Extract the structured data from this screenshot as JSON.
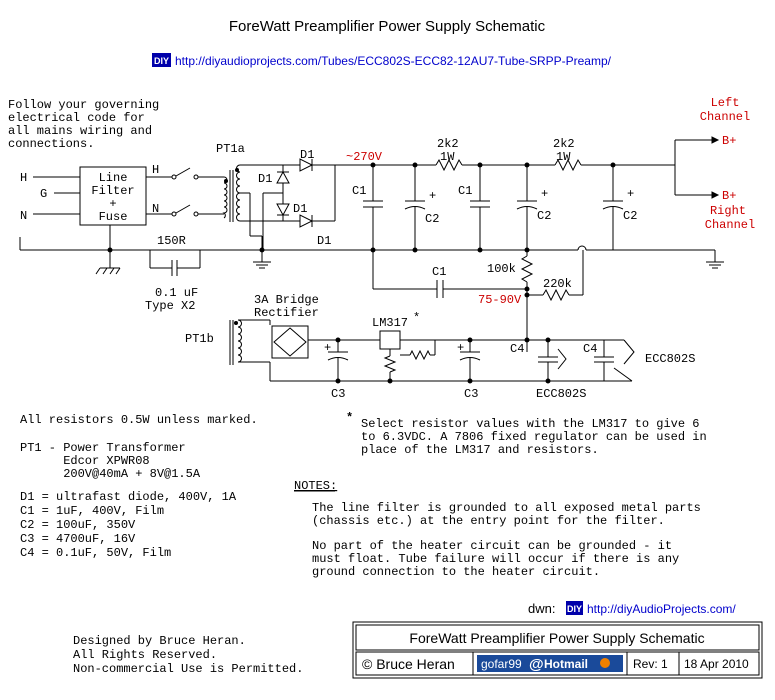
{
  "header": {
    "title": "ForeWatt Preamplifier Power Supply Schematic",
    "diy_badge": "DIY",
    "url": "http://diyaudioprojects.com/Tubes/ECC802S-ECC82-12AU7-Tube-SRPP-Preamp/"
  },
  "warning_lines": [
    "Follow your governing",
    "electrical code for",
    "all mains wiring and",
    "connections."
  ],
  "schematic": {
    "inputs": {
      "h": "H",
      "g": "G",
      "n": "N"
    },
    "line_filter": [
      "Line",
      "Filter",
      "+",
      "Fuse"
    ],
    "switch_h": "H",
    "switch_n": "N",
    "pt1a": "PT1a",
    "pt1b": "PT1b",
    "d1": "D1",
    "hv_voltage": "~270V",
    "c1": "C1",
    "c2": "C2",
    "c3": "C3",
    "c4": "C4",
    "plus": "+",
    "r_2k2": "2k2",
    "r_1w": "1W",
    "r_150": "150R",
    "cap_01": "0.1 uF",
    "cap_type": "Type X2",
    "r_100k": "100k",
    "r_220k": "220k",
    "mid_voltage": "75-90V",
    "bridge_label": [
      "3A Bridge",
      "Rectifier"
    ],
    "lm317": "LM317",
    "asterisk": "*",
    "ecc802s": "ECC802S",
    "left_channel": [
      "Left",
      "Channel"
    ],
    "right_channel": [
      "Right",
      "Channel"
    ],
    "b_plus": "B+"
  },
  "parts_notes": {
    "resistors": "All resistors 0.5W unless marked.",
    "pt1": [
      "PT1 - Power Transformer",
      "      Edcor XPWR08",
      "      200V@40mA + 8V@1.5A"
    ],
    "components": [
      "D1 = ultrafast diode, 400V, 1A",
      "C1 = 1uF, 400V, Film",
      "C2 = 100uF, 350V",
      "C3 = 4700uF, 16V",
      "C4 = 0.1uF, 50V, Film"
    ]
  },
  "lm317_note": {
    "asterisk": "*",
    "lines": [
      "Select resistor values with the LM317 to give 6",
      "to 6.3VDC.  A 7806 fixed regulator can be used in",
      "place of the LM317 and resistors."
    ]
  },
  "notes": {
    "heading": "NOTES:",
    "para1": [
      "The line filter is grounded to all exposed metal parts",
      "(chassis etc.) at the entry point for the filter."
    ],
    "para2": [
      "No part of the heater circuit can be grounded - it",
      "must float.  Tube failure will occur if there is any",
      "ground connection to the heater circuit."
    ]
  },
  "dwn": {
    "label": "dwn:",
    "badge": "DIY",
    "url": "http://diyAudioProjects.com/"
  },
  "credits": [
    "Designed by Bruce Heran.",
    "All Rights Reserved.",
    "Non-commercial Use is Permitted."
  ],
  "title_block": {
    "title": "ForeWatt Preamplifier Power Supply Schematic",
    "author": "© Bruce Heran",
    "email_user": "gofar99",
    "email_at": "@",
    "email_service": "Hotmail",
    "rev": "Rev: 1",
    "date": "18 Apr 2010"
  },
  "colors": {
    "red": "#cc0000",
    "link_blue": "#0000cc",
    "badge_bg": "#0000aa",
    "hotmail_orange": "#f08000"
  }
}
